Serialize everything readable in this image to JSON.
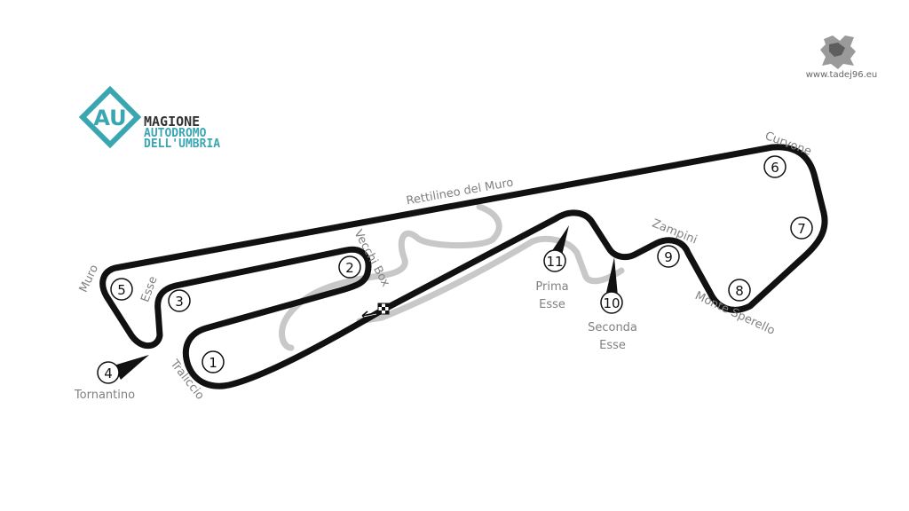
{
  "logo": {
    "badge": "AU",
    "line1": "MAGIONE",
    "line2": "AUTODROMO",
    "line3": "DELL'UMBRIA",
    "color_teal": "#3aa6b2",
    "color_dark": "#333333"
  },
  "watermark": {
    "site": "www.tadej96.eu",
    "emblem_icon": "lion-crest-icon"
  },
  "colors": {
    "track": "#111111",
    "old_layout": "#c8c8c8",
    "label": "#808080",
    "corner_text": "#111111"
  },
  "corners": [
    {
      "number": "1"
    },
    {
      "number": "2"
    },
    {
      "number": "3"
    },
    {
      "number": "4"
    },
    {
      "number": "5"
    },
    {
      "number": "6"
    },
    {
      "number": "7"
    },
    {
      "number": "8"
    },
    {
      "number": "9"
    },
    {
      "number": "10"
    },
    {
      "number": "11"
    }
  ],
  "labels": {
    "muro": "Muro",
    "esse": "Esse",
    "tornantino": "Tornantino",
    "traliccio": "Traliccio",
    "vecchi_box": "Vecchi Box",
    "rettilineo": "Rettilineo del Muro",
    "curvone": "Curvone",
    "zampini": "Zampini",
    "prima_1": "Prima",
    "prima_2": "Esse",
    "seconda_1": "Seconda",
    "seconda_2": "Esse",
    "monte_sperello": "Monte Sperello"
  }
}
